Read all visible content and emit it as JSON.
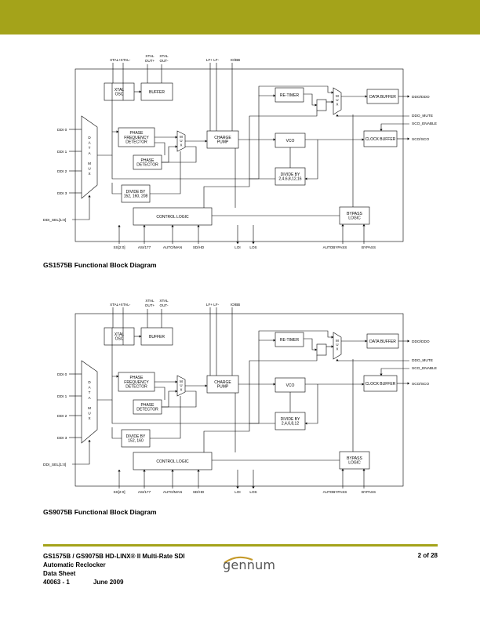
{
  "header": {
    "bar_color": "#a4a31a"
  },
  "diagrams": [
    {
      "caption": "GS1575B Functional Block Diagram",
      "blocks": {
        "xtal_osc": "XTAL OSC",
        "buffer": "BUFFER",
        "retimer": "RE-TIMER",
        "data_buffer": "DATA BUFFER",
        "phase_detector": [
          "PHASE",
          "FREQUENCY",
          "DETECTOR"
        ],
        "mux": [
          "M",
          "U",
          "X"
        ],
        "charge_pump": [
          "CHARGE",
          "PUMP"
        ],
        "vco": "VCO",
        "clock_buffer": "CLOCK BUFFER",
        "phase_det2": [
          "PHASE",
          "DETECTOR"
        ],
        "divide_by_vco": [
          "DIVIDE BY",
          "2,4,6,8,12,16"
        ],
        "divide_by_left": [
          "DIVIDE BY",
          "152, 160, 208"
        ],
        "control_logic": "CONTROL LOGIC",
        "bypass_logic": [
          "BYPASS",
          "LOGIC"
        ],
        "data_mux": [
          "D",
          "A",
          "T",
          "A",
          "",
          "M",
          "U",
          "X"
        ]
      },
      "pins_top": [
        "XTAL+",
        "XTAL-",
        "XTAL",
        "OUT+",
        "XTAL",
        "OUT-",
        "LF+",
        "LF-",
        "IO/BB"
      ],
      "pins_left": [
        "DDI 0",
        "DDI 1",
        "DDI 2",
        "DDI 3",
        "DDI_SEL[1:0]"
      ],
      "pins_right": [
        "DDO/DDO",
        "DDO_MUTE",
        "SCO_ENABLE",
        "SCO/SCO"
      ],
      "pins_bottom": [
        "SS[2:0]",
        "ASI/177",
        "AUTO/MAN",
        "SD/HD",
        "LOI",
        "LOS",
        "AUTOBYPASS",
        "BYPASS"
      ]
    },
    {
      "caption": "GS9075B Functional Block Diagram",
      "blocks": {
        "xtal_osc": "XTAL OSC",
        "buffer": "BUFFER",
        "retimer": "RE-TIMER",
        "data_buffer": "DATA BUFFER",
        "phase_detector": [
          "PHASE",
          "FREQUENCY",
          "DETECTOR"
        ],
        "mux": [
          "M",
          "U",
          "X"
        ],
        "charge_pump": [
          "CHARGE",
          "PUMP"
        ],
        "vco": "VCO",
        "clock_buffer": "CLOCK BUFFER",
        "phase_det2": [
          "PHASE",
          "DETECTOR"
        ],
        "divide_by_vco": [
          "DIVIDE BY",
          "2,4,6,8,12"
        ],
        "divide_by_left": [
          "DIVIDE BY",
          "152, 160"
        ],
        "control_logic": "CONTROL LOGIC",
        "bypass_logic": [
          "BYPASS",
          "LOGIC"
        ],
        "data_mux": [
          "D",
          "A",
          "T",
          "A",
          "",
          "M",
          "U",
          "X"
        ]
      },
      "pins_top": [
        "XTAL+",
        "XTAL-",
        "XTAL",
        "OUT+",
        "XTAL",
        "OUT-",
        "LF+",
        "LF-",
        "IO/BB"
      ],
      "pins_left": [
        "DDI 0",
        "DDI 1",
        "DDI 2",
        "DDI 3",
        "DDI_SEL[1:0]"
      ],
      "pins_right": [
        "DDO/DDO",
        "DDO_MUTE",
        "SCO_ENABLE",
        "SCO/SCO"
      ],
      "pins_bottom": [
        "SS[2:0]",
        "ASI/177",
        "AUTO/MAN",
        "SD/HD",
        "LOI",
        "LOS",
        "AUTOBYPASS",
        "BYPASS"
      ]
    }
  ],
  "footer": {
    "title_line1": "GS1575B / GS9075B HD-LINX® II Multi-Rate SDI",
    "title_line2": "Automatic Reclocker",
    "title_line3": "Data Sheet",
    "doc_number": "40063 - 1",
    "date": "June 2009",
    "page": "2 of 28",
    "logo_text": "gennum"
  }
}
